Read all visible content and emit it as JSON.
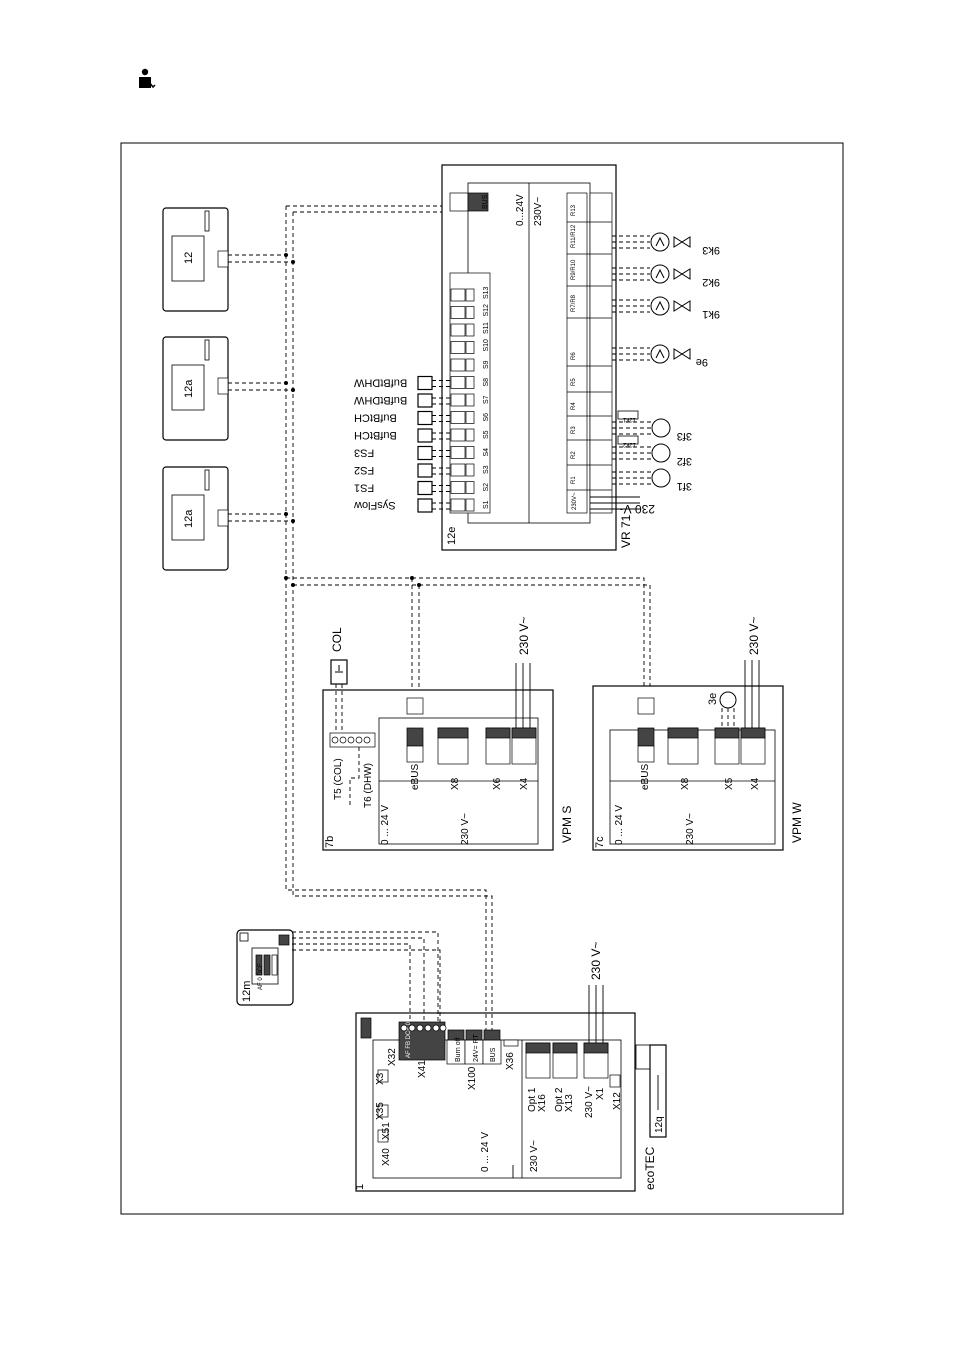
{
  "header_icon": "technician-icon",
  "labels": {
    "boiler_id": "1",
    "boiler_x40": "X40",
    "boiler_x51": "X51",
    "boiler_x35": "X35",
    "boiler_x3": "X3",
    "boiler_x32": "X32",
    "boiler_x41": "X41",
    "boiler_x100": "X100",
    "boiler_x36": "X36",
    "boiler_opt1": "Opt 1",
    "boiler_x16": "X16",
    "boiler_opt2": "Opt 2",
    "boiler_x13": "X13",
    "boiler_230_x1": "230 V~",
    "boiler_x1": "X1",
    "boiler_x12": "X12",
    "boiler_burn": "Burn off",
    "boiler_24v": "24V= RT",
    "boiler_bus": "BUS",
    "boiler_x41_pins": "AF FB DCF 0 0",
    "boiler_low": "0 ... 24 V",
    "boiler_high": "230 V~",
    "boiler_mains": "230 V~",
    "ecotec": "ecoTEC",
    "sensor_12q": "12q",
    "sensor_12m": "12m",
    "sensor_12m_pins": "AF 0 DCF",
    "vpms_id": "7b",
    "vpms_name": "VPM S",
    "vpms_t5": "T5 (COL)",
    "vpms_t6": "T6 (DHW)",
    "vpms_ebus": "eBUS",
    "vpms_x8": "X8",
    "vpms_x6": "X6",
    "vpms_x4": "X4",
    "vpms_low": "0 ... 24 V",
    "vpms_high": "230 V~",
    "vpms_mains": "230 V~",
    "col": "COL",
    "vpmw_id": "7c",
    "vpmw_name": "VPM W",
    "vpmw_ebus": "eBUS",
    "vpmw_x8": "X8",
    "vpmw_x5": "X5",
    "vpmw_x4": "X4",
    "vpmw_low": "0 ... 24 V",
    "vpmw_high": "230 V~",
    "vpmw_mains": "230 V~",
    "vpmw_pump": "3e",
    "ctrl_1": "12a",
    "ctrl_2": "12a",
    "ctrl_3": "12",
    "vr71_id": "12e",
    "vr71_name": "VR 71",
    "vr71_bus": "BUS",
    "vr71_low": "0...24V",
    "vr71_high": "230V~",
    "vr71_mains": "230 V~",
    "vr71_mains_terminal": "230V~",
    "s_terminals": [
      "S1",
      "S2",
      "S3",
      "S4",
      "S5",
      "S6",
      "S7",
      "S8",
      "S9",
      "S10",
      "S11",
      "S12",
      "S13"
    ],
    "sensors": [
      "SysFlow",
      "FS1",
      "FS2",
      "FS3",
      "BufBtCH",
      "BufBtCH",
      "BufBtDHW",
      "BufBtDHW"
    ],
    "sensor_label_list": [
      "SysFlow",
      "FS1",
      "FS2",
      "FS3",
      "BufBtCH",
      "BufBtCH",
      "BufBtDHW",
      "BufBtDHW"
    ],
    "r_terminals": [
      "R1",
      "R2",
      "R3",
      "R4",
      "R5",
      "R6",
      "R7/R8",
      "R9/R10",
      "R11/R12",
      "R13"
    ],
    "pumps": [
      "3f1",
      "3f2",
      "3f3"
    ],
    "relay_tags": [
      "12k2",
      "12k1"
    ],
    "mixer_pump": "9e",
    "valves": [
      "9k1",
      "9k2",
      "9k3"
    ]
  }
}
